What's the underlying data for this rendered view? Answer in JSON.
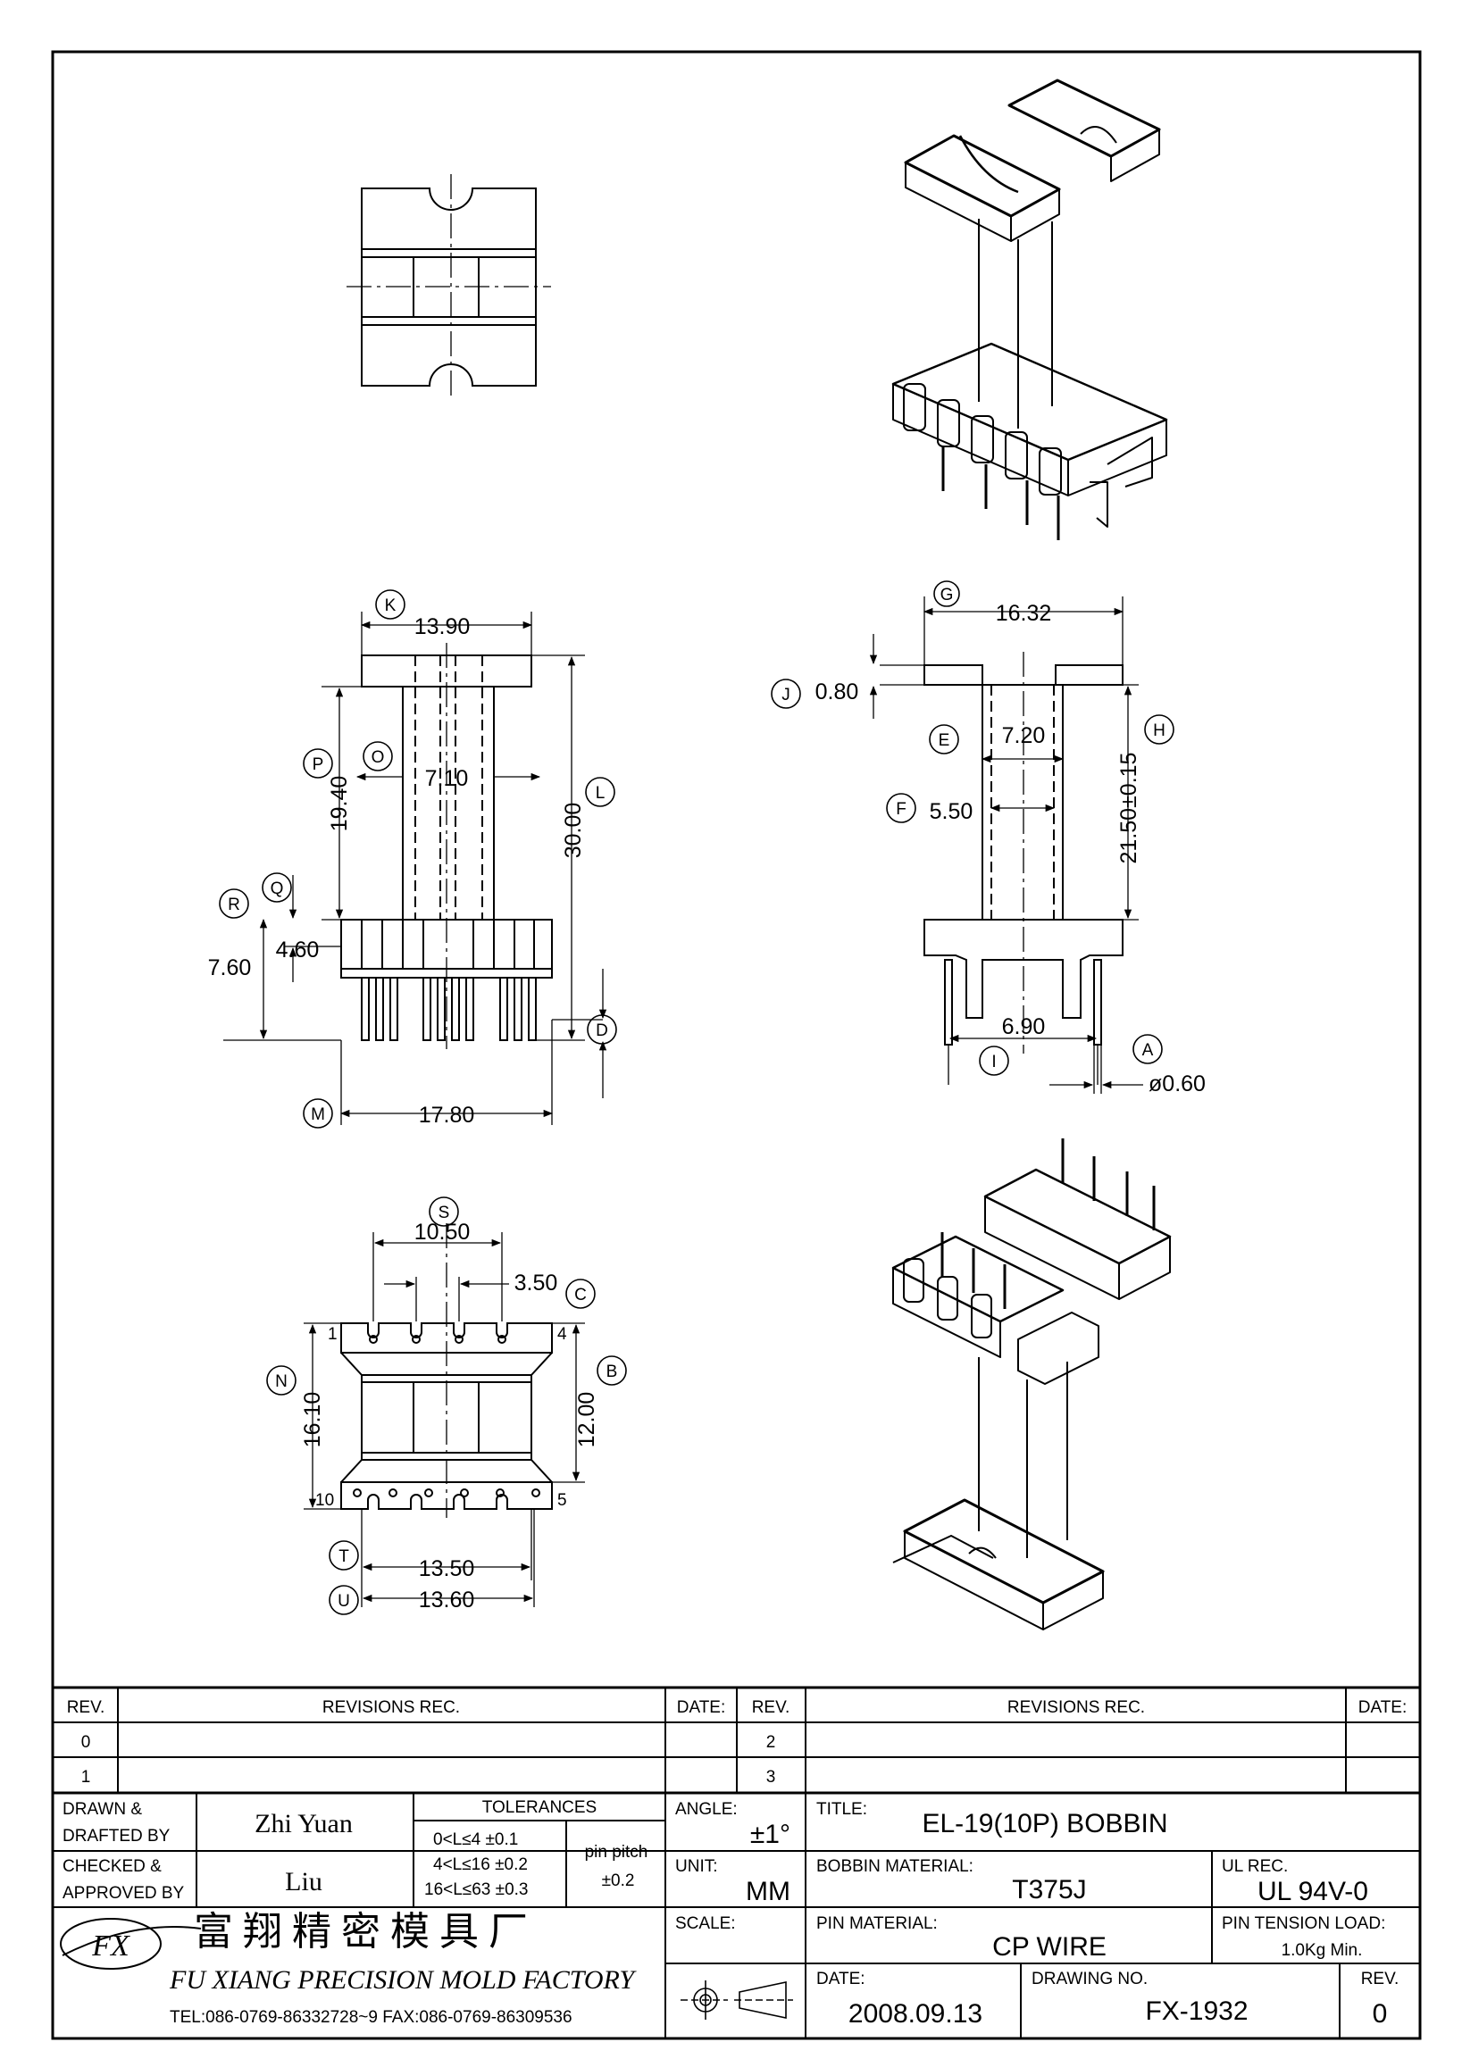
{
  "views": {
    "top_view": {},
    "iso_top": {},
    "front_view": {
      "dims": {
        "top_width": "13.90",
        "core_width": "7.10",
        "height_total": "30.00",
        "height_core": "19.40",
        "base_height": "7.60",
        "base_inner": "4.60",
        "pin_span": "17.80"
      },
      "callouts": {
        "K": "K",
        "O": "O",
        "P": "P",
        "L": "L",
        "Q": "Q",
        "R": "R",
        "D": "D",
        "M": "M"
      }
    },
    "side_view": {
      "dims": {
        "top_width": "16.32",
        "flange_thickness": "0.80",
        "core_outer": "7.20",
        "core_inner": "5.50",
        "winding_height": "21.50±0.15",
        "pin_spacing": "6.90",
        "pin_diameter": "ø0.60"
      },
      "callouts": {
        "G": "G",
        "J": "J",
        "E": "E",
        "H": "H",
        "F": "F",
        "I": "I",
        "A": "A"
      }
    },
    "bottom_view": {
      "dims": {
        "slot_span": "10.50",
        "pitch": "3.50",
        "total_height": "16.10",
        "body_height": "12.00",
        "width_a": "13.50",
        "width_b": "13.60"
      },
      "pins": {
        "p1": "1",
        "p4": "4",
        "p5": "5",
        "p10": "10"
      },
      "callouts": {
        "S": "S",
        "C": "C",
        "N": "N",
        "B": "B",
        "T": "T",
        "U": "U"
      }
    },
    "iso_bottom": {}
  },
  "title_block": {
    "rev_header": "REV.",
    "revisions_header": "REVISIONS   REC.",
    "date_header": "DATE:",
    "rev_rows_left": [
      "0",
      "1"
    ],
    "rev_rows_right": [
      "2",
      "3"
    ],
    "drawn_label": "DRAWN &",
    "drafted_label": "DRAFTED BY",
    "drawn_by": "Zhi Yuan",
    "checked_label": "CHECKED &",
    "approved_label": "APPROVED BY",
    "checked_by": "Liu",
    "tolerances_header": "TOLERANCES",
    "tol_lines": [
      "0<L≤4    ±0.1",
      "4<L≤16  ±0.2",
      "16<L≤63  ±0.3"
    ],
    "pin_pitch_label": "pin pitch",
    "pin_pitch_value": "±0.2",
    "angle_label": "ANGLE:",
    "angle_value": "±1°",
    "unit_label": "UNIT:",
    "unit_value": "MM",
    "scale_label": "SCALE:",
    "title_label": "TITLE:",
    "title_value": "EL-19(10P)  BOBBIN",
    "bobbin_material_label": "BOBBIN MATERIAL:",
    "bobbin_material_value": "T375J",
    "ul_label": "UL REC.",
    "ul_value": "UL  94V-0",
    "pin_material_label": "PIN MATERIAL:",
    "pin_material_value": "CP  WIRE",
    "pin_tension_label": "PIN TENSION LOAD:",
    "pin_tension_value": "1.0Kg  Min.",
    "date_label": "DATE:",
    "date_value": "2008.09.13",
    "drawing_no_label": "DRAWING  NO.",
    "drawing_no_value": "FX-1932",
    "rev_label": "REV.",
    "rev_value": "0",
    "company_cn": "富 翔 精 密 模 具 厂",
    "company_en": "FU XIANG PRECISION MOLD FACTORY",
    "company_contact": "TEL:086-0769-86332728~9   FAX:086-0769-86309536",
    "logo_text": "FX"
  }
}
